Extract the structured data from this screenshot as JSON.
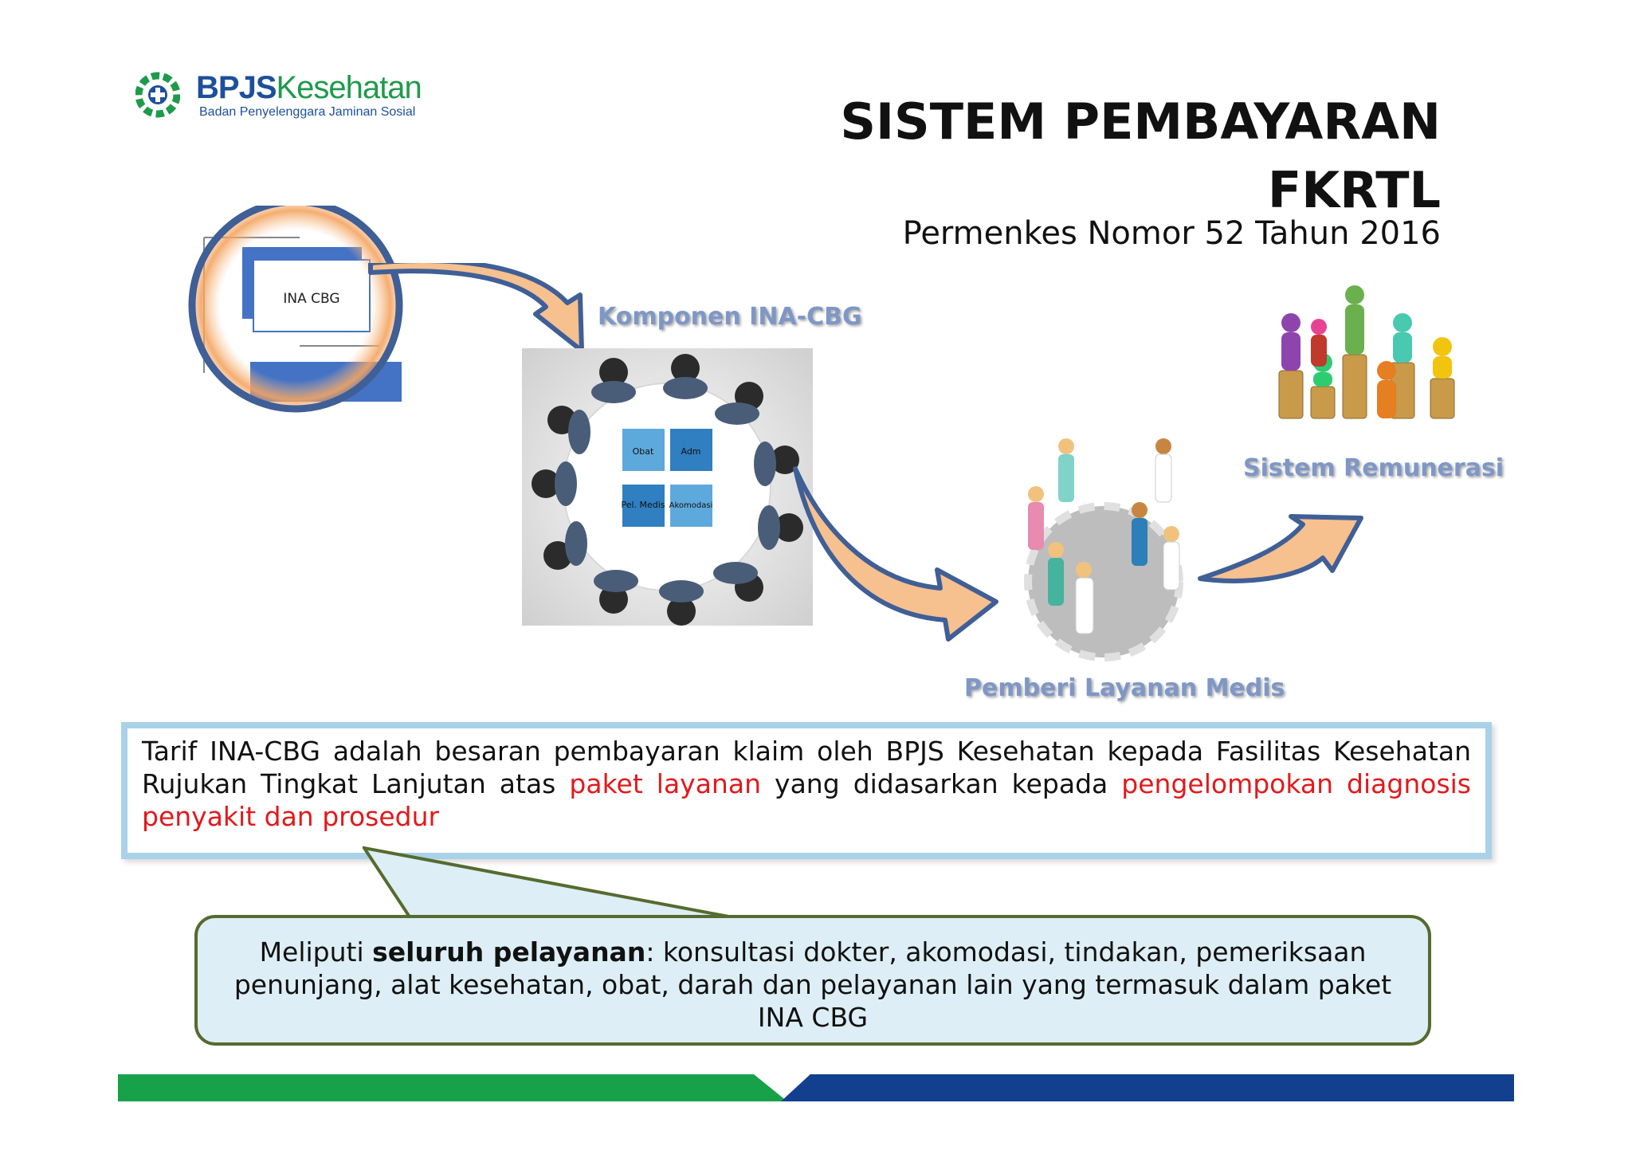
{
  "logo": {
    "brand_part1": "BPJS",
    "brand_part2": "Kesehatan",
    "tagline": "Badan Penyelenggara Jaminan Sosial"
  },
  "title": {
    "line1": "SISTEM PEMBAYARAN",
    "line2": "FKRTL",
    "subtitle": "Permenkes Nomor 52 Tahun 2016"
  },
  "flow": {
    "ina_cbg_box": "INA CBG",
    "komponen_label": "Komponen INA-CBG",
    "pemberi_label": "Pemberi Layanan Medis",
    "remunerasi_label": "Sistem Remunerasi",
    "puzzle_pieces": [
      "Obat",
      "Adm",
      "Pel. Medis",
      "Akomodasi"
    ]
  },
  "definition": {
    "text_1": "Tarif INA-CBG adalah besaran pembayaran klaim oleh BPJS Kesehatan kepada Fasilitas Kesehatan Rujukan Tingkat Lanjutan atas ",
    "highlight_1": "paket layanan",
    "text_2": " yang didasarkan kepada ",
    "highlight_2": "pengelompokan diagnosis penyakit dan prosedur"
  },
  "scope": {
    "prefix": "Meliputi ",
    "bold": "seluruh pelayanan",
    "rest": ": konsultasi dokter, akomodasi, tindakan,  pemeriksaan penunjang, alat kesehatan, obat, darah dan pelayanan lain yang termasuk dalam paket INA CBG"
  },
  "colors": {
    "accent_red": "#e2191c",
    "brand_blue": "#1d4f9c",
    "brand_green": "#1e9a4b",
    "arrow_fill": "#f6c08f",
    "arrow_stroke": "#3f5f96"
  }
}
